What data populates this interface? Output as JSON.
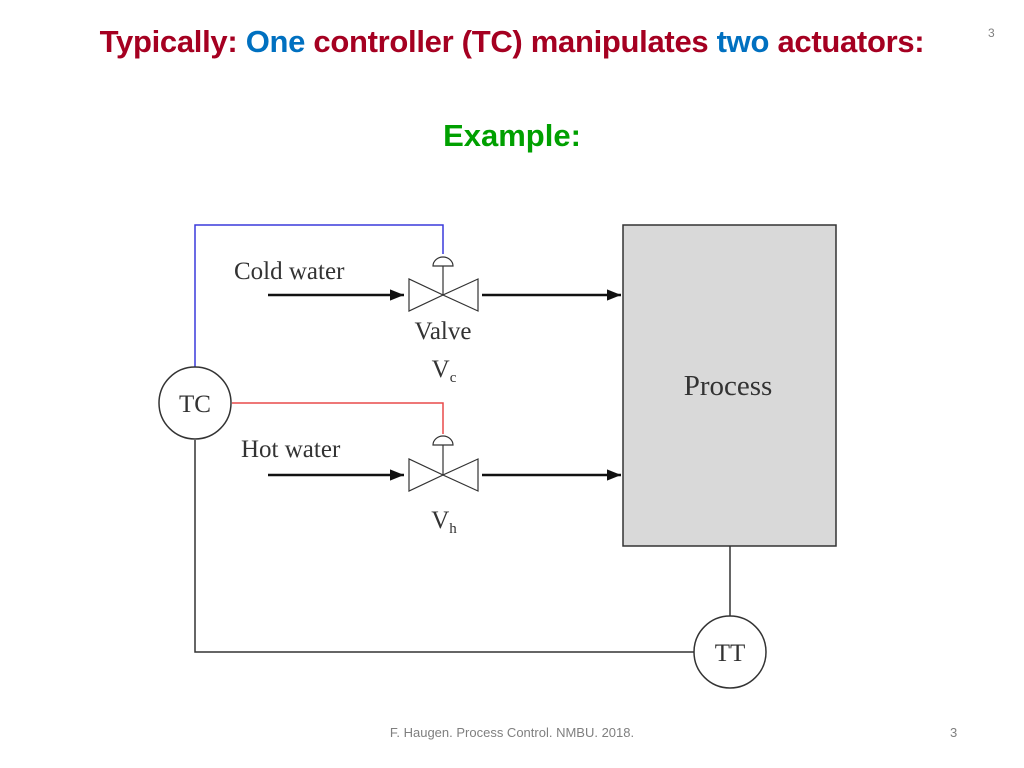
{
  "slide": {
    "title_parts": [
      "Typically: ",
      "One",
      " controller (TC) manipulates ",
      "two",
      " actuators:"
    ],
    "corner_number": "3",
    "subtitle": "Example:",
    "footer": "F. Haugen. Process Control. NMBU. 2018.",
    "page_number": "3"
  },
  "diagram": {
    "cold_water_label": "Cold water",
    "hot_water_label": "Hot water",
    "valve_label": "Valve",
    "valve_cold_symbol": "V",
    "valve_cold_subscript": "c",
    "valve_hot_symbol": "V",
    "valve_hot_subscript": "h",
    "process_label": "Process",
    "controller_label": "TC",
    "transmitter_label": "TT",
    "colors": {
      "cold_signal": "#3a3adb",
      "hot_signal": "#e84a4a",
      "process_fill": "#d9d9d9",
      "line": "#333333"
    }
  }
}
